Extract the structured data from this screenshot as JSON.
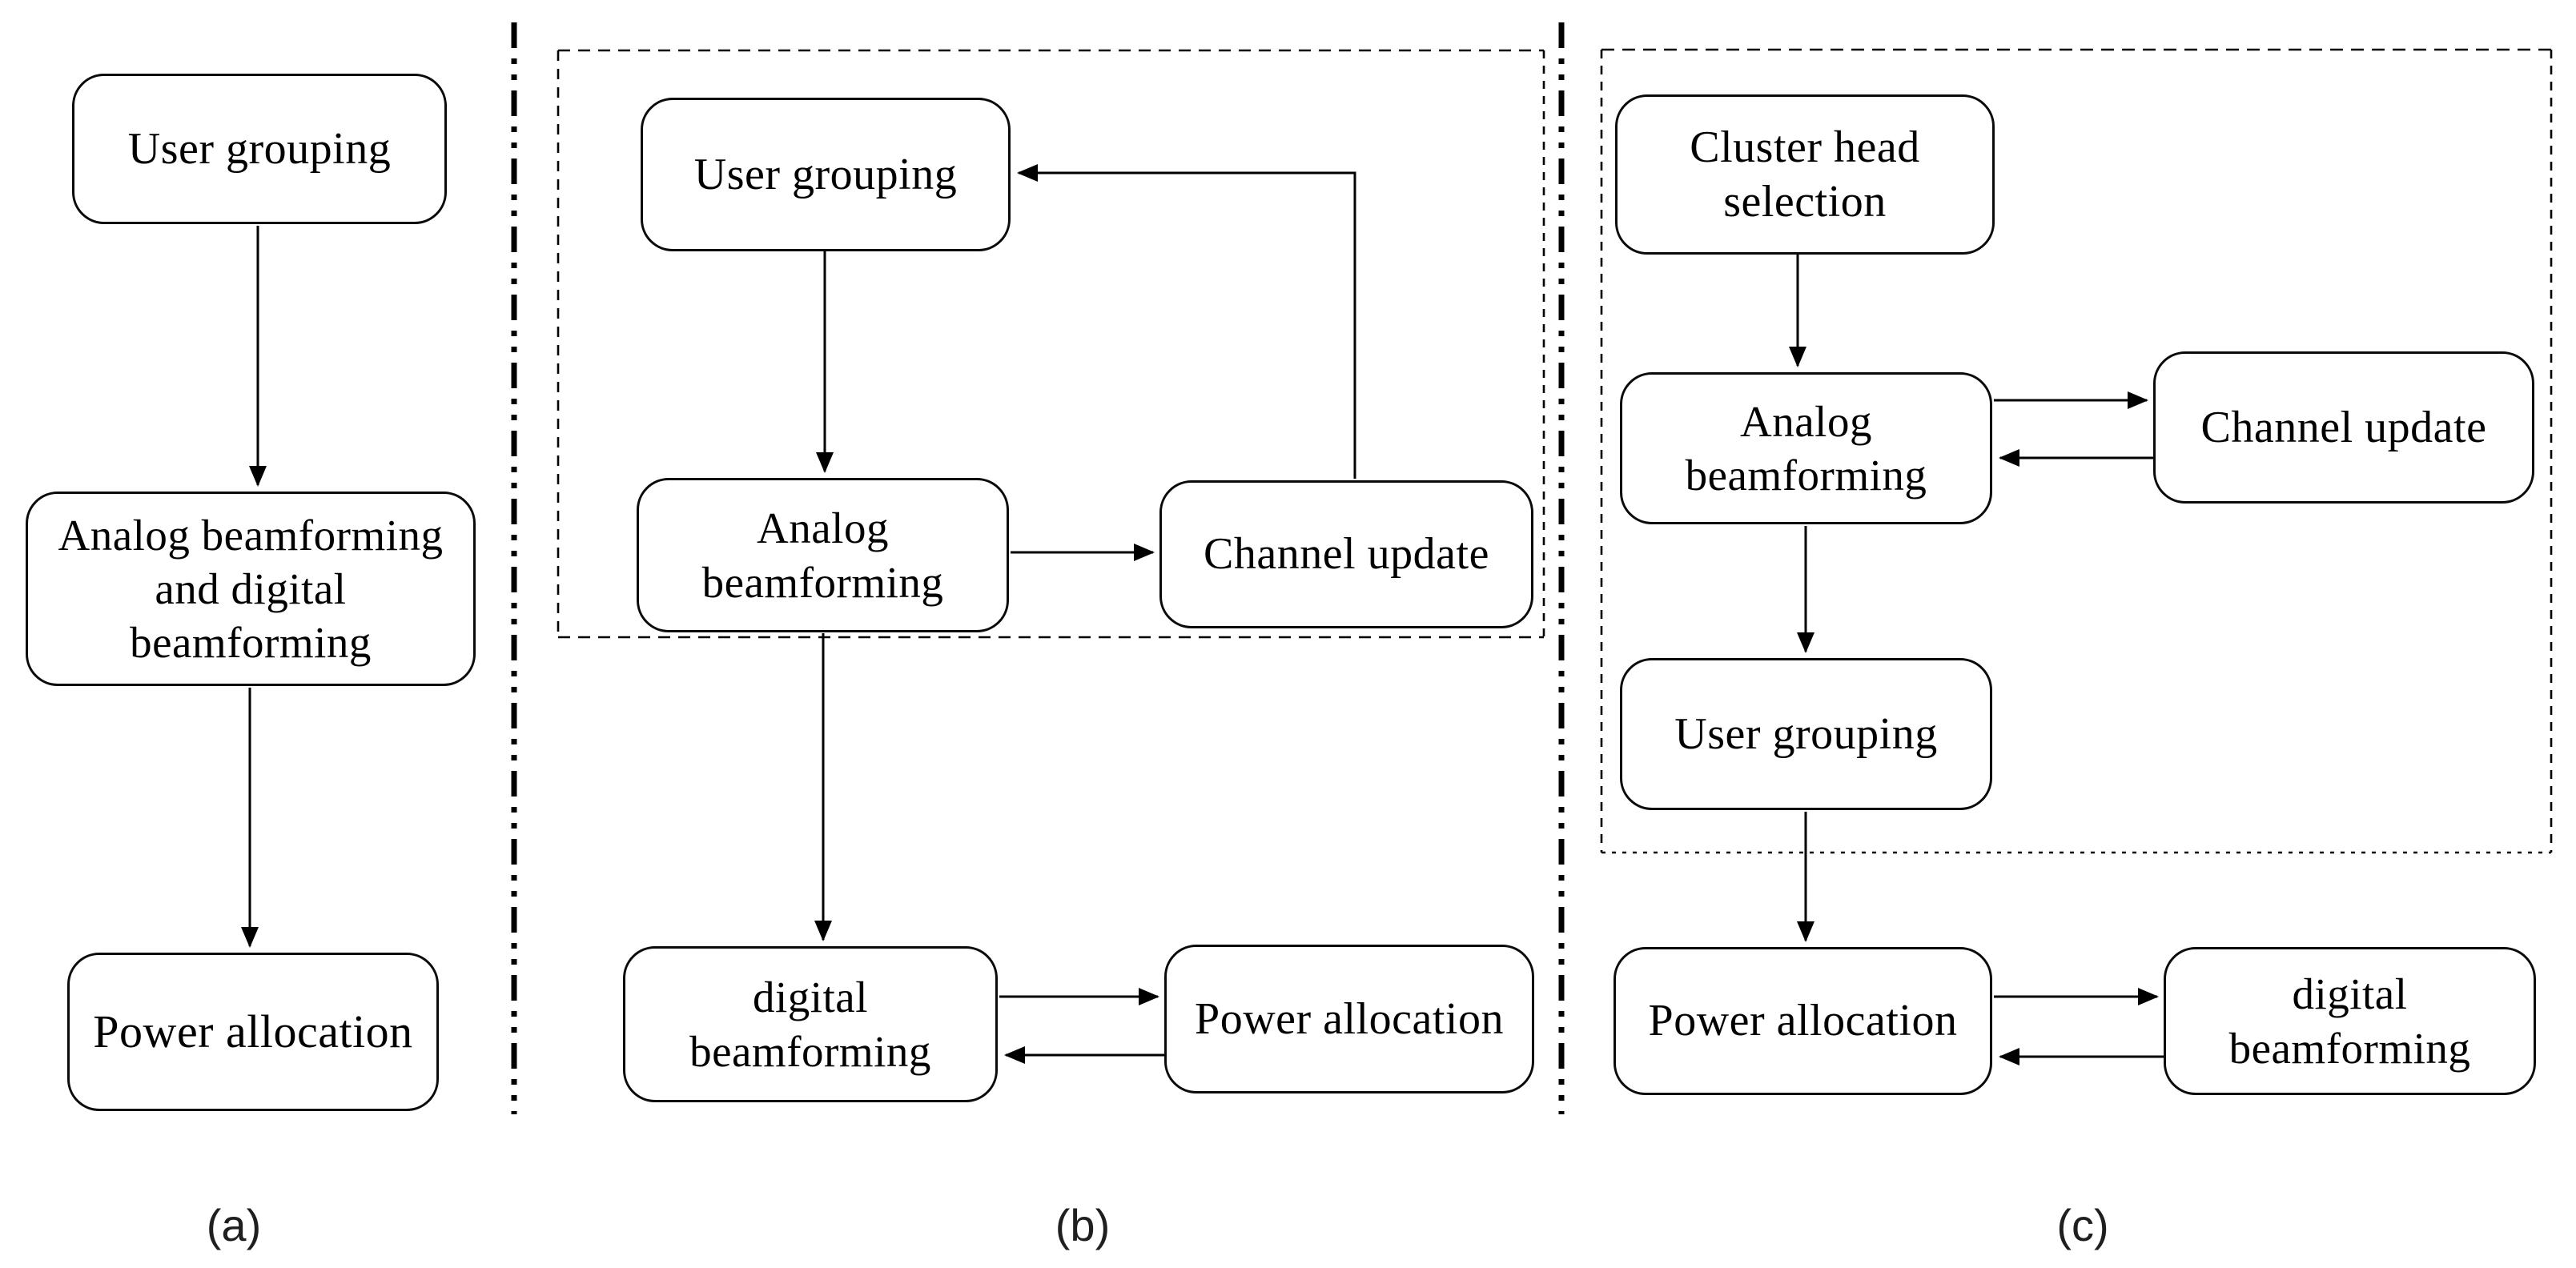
{
  "figure": {
    "colors": {
      "line": "#000000",
      "text": "#000000",
      "background": "#ffffff"
    },
    "panels": {
      "a": {
        "label": "(a)",
        "boxes": {
          "user_grouping": {
            "lines": [
              "User grouping"
            ]
          },
          "analog_digital": {
            "lines": [
              "Analog beamforming",
              "and digital",
              "beamforming"
            ]
          },
          "power_allocation": {
            "lines": [
              "Power allocation"
            ]
          }
        }
      },
      "b": {
        "label": "(b)",
        "boxes": {
          "user_grouping": {
            "lines": [
              "User grouping"
            ]
          },
          "analog_beamforming": {
            "lines": [
              "Analog",
              "beamforming"
            ]
          },
          "channel_update": {
            "lines": [
              "Channel update"
            ]
          },
          "digital_beamforming": {
            "lines": [
              "digital",
              "beamforming"
            ]
          },
          "power_allocation": {
            "lines": [
              "Power allocation"
            ]
          }
        }
      },
      "c": {
        "label": "(c)",
        "boxes": {
          "cluster_head_selection": {
            "lines": [
              "Cluster head",
              "selection"
            ]
          },
          "analog_beamforming": {
            "lines": [
              "Analog",
              "beamforming"
            ]
          },
          "channel_update": {
            "lines": [
              "Channel update"
            ]
          },
          "user_grouping": {
            "lines": [
              "User grouping"
            ]
          },
          "power_allocation": {
            "lines": [
              "Power allocation"
            ]
          },
          "digital_beamforming": {
            "lines": [
              "digital",
              "beamforming"
            ]
          }
        }
      }
    }
  }
}
